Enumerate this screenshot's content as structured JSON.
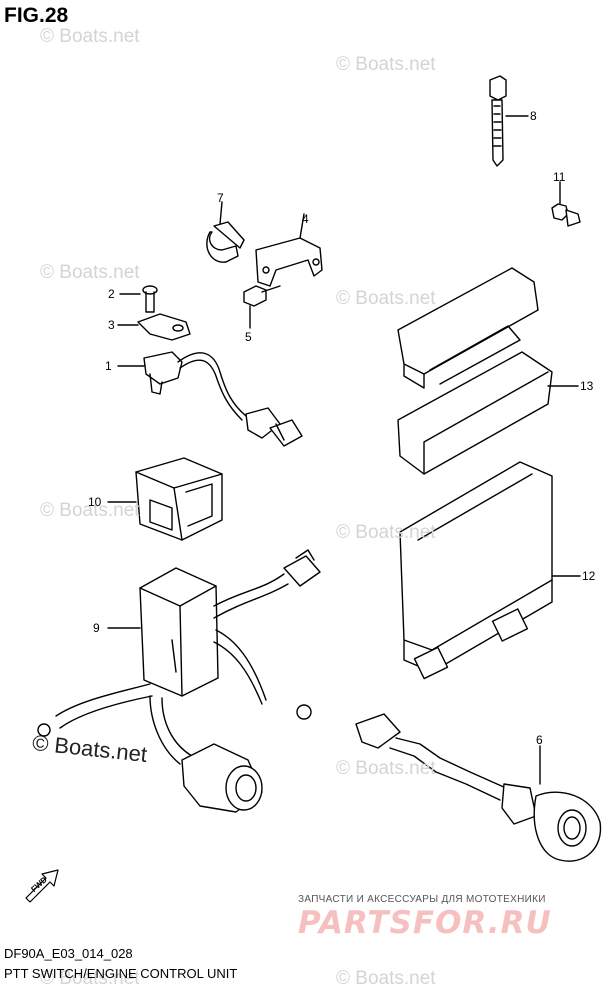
{
  "figure": {
    "title": "FIG.28",
    "code": "DF90A_E03_014_028",
    "caption": "PTT SWITCH/ENGINE CONTROL UNIT"
  },
  "watermarks": [
    {
      "text": "© Boats.net"
    },
    {
      "text": "© Boats.net"
    },
    {
      "text": "© Boats.net"
    },
    {
      "text": "© Boats.net"
    },
    {
      "text": "© Boats.net"
    },
    {
      "text": "© Boats.net"
    },
    {
      "text": "© Boats.net"
    },
    {
      "text": "© Boats.net"
    },
    {
      "text": "© Boats.net"
    }
  ],
  "strong_watermark": "© Boats.net",
  "callouts": [
    "1",
    "2",
    "3",
    "4",
    "5",
    "6",
    "7",
    "8",
    "9",
    "10",
    "11",
    "12",
    "13"
  ],
  "fwd_label": "FWD",
  "shop": {
    "caption": "ЗАПЧАСТИ И АКСЕССУАРЫ ДЛЯ МОТОТЕХНИКИ",
    "logo": "PARTSFOR.RU",
    "logo_color": "#f6c0c0"
  }
}
